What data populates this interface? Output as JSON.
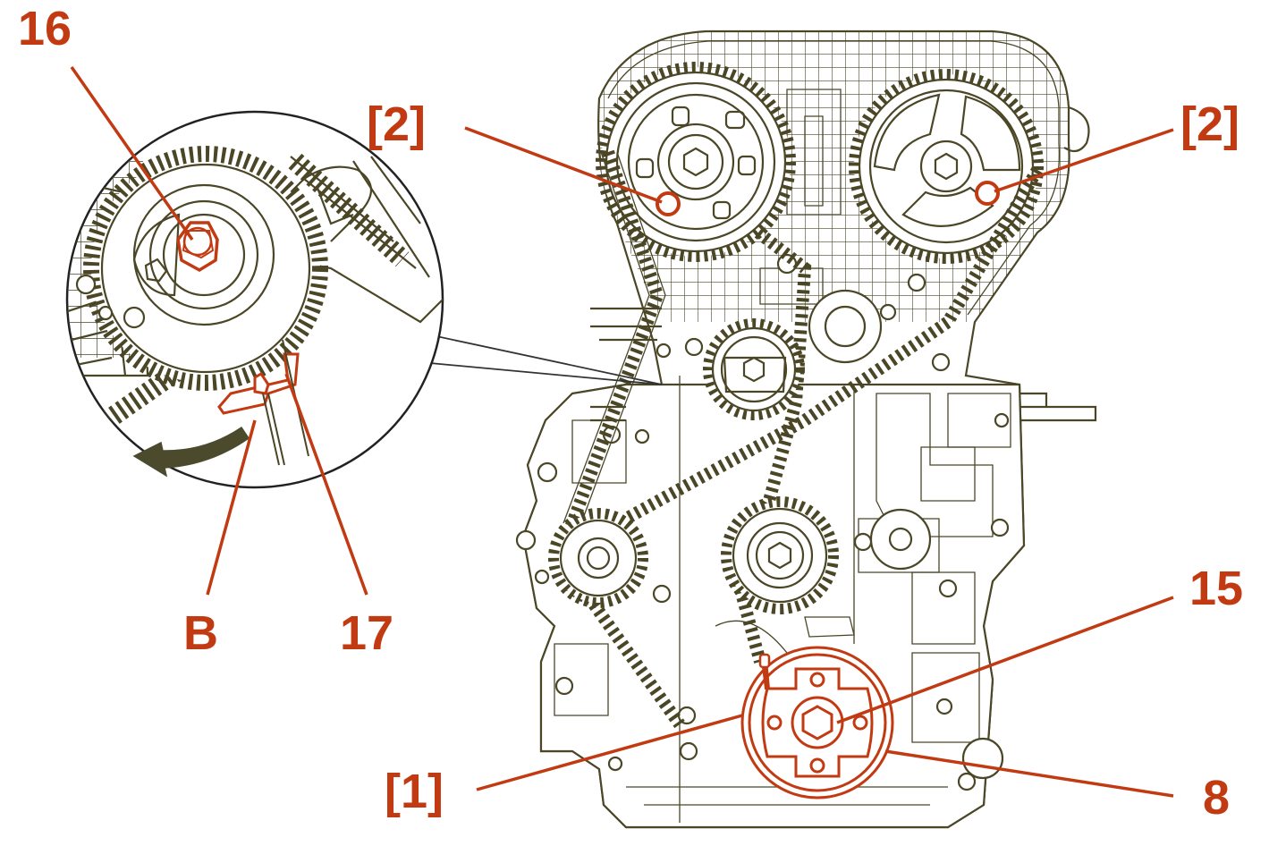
{
  "callouts": {
    "c16": "16",
    "cB": "B",
    "c17": "17",
    "c2_left": "[2]",
    "c2_right": "[2]",
    "c15": "15",
    "c1": "[1]",
    "c8": "8"
  },
  "colors": {
    "callout_red": "#c23a12",
    "line_art": "#4a4626",
    "arrow_fill": "#4c4a2c",
    "background": "#ffffff"
  }
}
